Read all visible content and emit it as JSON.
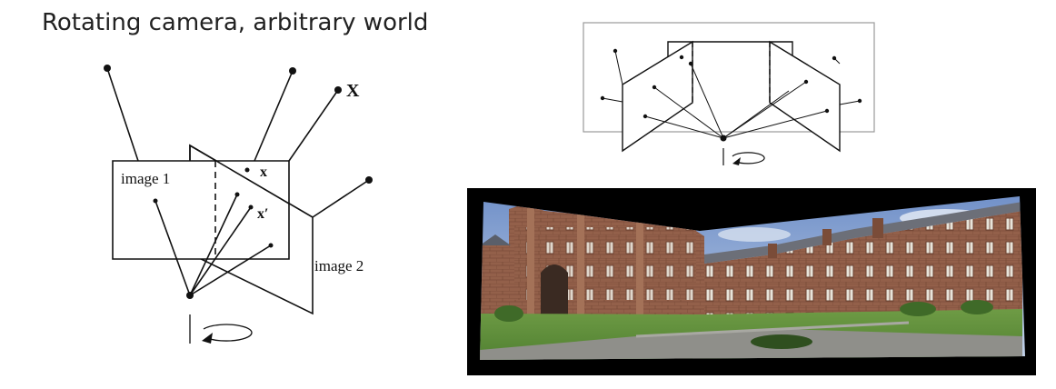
{
  "slide": {
    "title": "Rotating camera, arbitrary world"
  },
  "left_diagram": {
    "image1_label": "image 1",
    "image2_label": "image 2",
    "point_label": "X",
    "projection_label": "x",
    "projection_prime_label": "x′"
  },
  "colors": {
    "ink": "#111111",
    "frame_gray": "#9a9a9a",
    "photo_border": "#000000",
    "sky": "#7f9fd0",
    "brick": "#8a5a42",
    "lawn": "#5f8f3a"
  }
}
